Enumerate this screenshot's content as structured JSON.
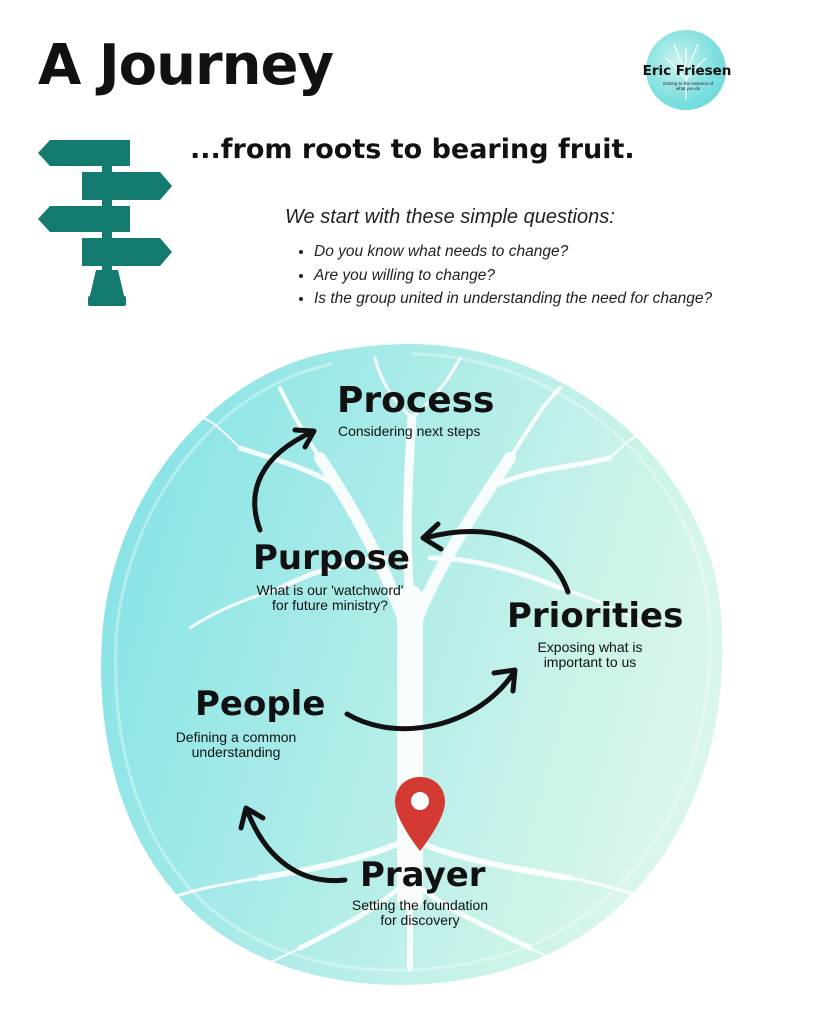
{
  "header": {
    "title": "A Journey",
    "subtitle": "...from roots to bearing fruit.",
    "logo_name": "Eric Friesen",
    "logo_tagline": "Getting to the essence of what you do"
  },
  "intro": {
    "lead": "We start with these simple questions:",
    "questions": [
      "Do you know what needs to change?",
      "Are you willing to change?",
      "Is the group united in understanding the need for change?"
    ]
  },
  "stages": {
    "process": {
      "title": "Process",
      "desc": "Considering next steps"
    },
    "purpose": {
      "title": "Purpose",
      "desc_1": "What is our 'watchword'",
      "desc_2": "for future ministry?"
    },
    "priorities": {
      "title": "Priorities",
      "desc_1": "Exposing what is",
      "desc_2": "important to us"
    },
    "people": {
      "title": "People",
      "desc_1": "Defining a common",
      "desc_2": "understanding"
    },
    "prayer": {
      "title": "Prayer",
      "desc_1": "Setting the foundation",
      "desc_2": "for discovery"
    }
  },
  "colors": {
    "signpost": "#127a6e",
    "circle_left": "#7fe1e6",
    "circle_right": "#d8f6ea",
    "pin": "#d23a33",
    "text": "#111111"
  },
  "icons": [
    "signpost-icon",
    "tree-icon",
    "location-pin-icon",
    "arrow-icon"
  ]
}
